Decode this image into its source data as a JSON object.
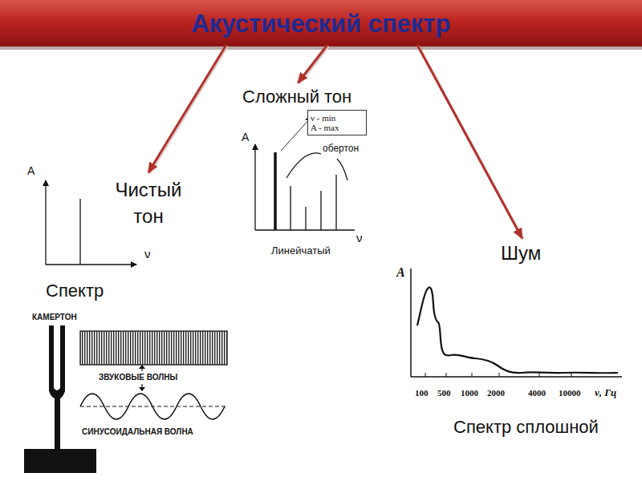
{
  "diagram": {
    "nodes": [
      {
        "text": [
          "Акустический спектр"
        ]
      },
      {
        "text": [
          "Сложный тон"
        ]
      },
      {
        "text": [
          "ν - min",
          "A - max"
        ]
      },
      {
        "text": [
          "Чистый тон"
        ]
      },
      {
        "text": [
          "Шум"
        ]
      }
    ],
    "edges": [
      {
        "from": 0,
        "to": 1,
        "arrow": "to"
      },
      {
        "from": 0,
        "to": 3,
        "arrow": "to"
      },
      {
        "from": 0,
        "to": 4,
        "arrow": "to"
      }
    ],
    "labels": [
      "A",
      "обертон",
      "ν",
      "Линейчатый",
      "A",
      "ν",
      "Спектр",
      "КАМЕРТОН",
      "ЗВУКОВЫЕ ВОЛНЫ",
      "СИНУСОИДАЛЬНАЯ ВОЛНА",
      "A",
      "100",
      "500",
      "1000",
      "2000",
      "4000",
      "10000",
      "ν, Гц",
      "Спектр сплошной"
    ]
  }
}
